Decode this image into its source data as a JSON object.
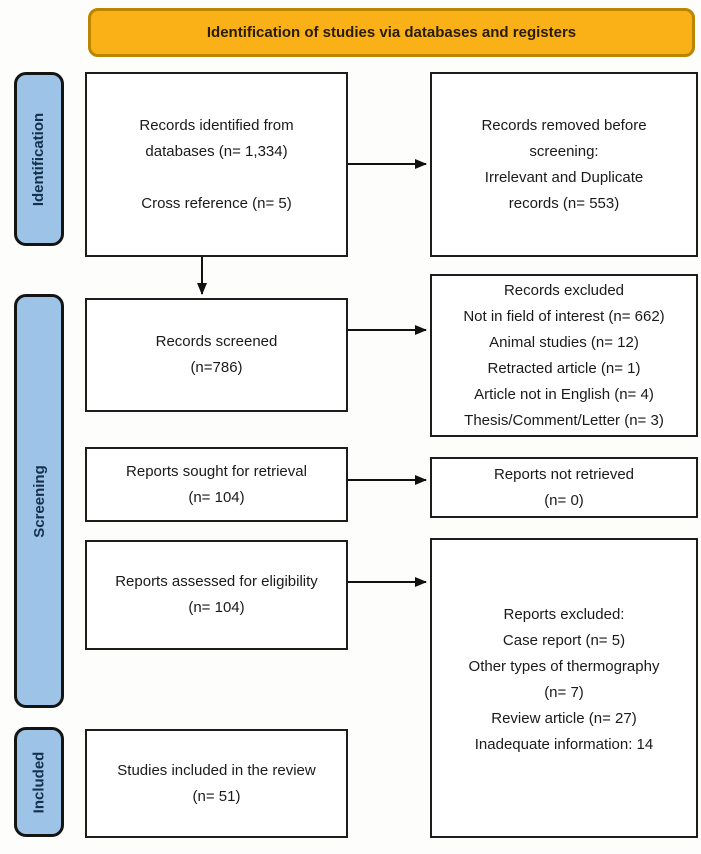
{
  "banner": {
    "label": "Identification of studies via databases and registers"
  },
  "stages": {
    "identification": "Identification",
    "screening": "Screening",
    "included": "Included"
  },
  "boxes": {
    "records_identified": {
      "lines": [
        "Records identified from",
        "databases (n= 1,334)",
        "",
        "Cross reference (n= 5)"
      ]
    },
    "records_removed": {
      "lines": [
        "Records removed before",
        "screening:",
        "Irrelevant and Duplicate",
        "records (n= 553)"
      ]
    },
    "records_screened": {
      "lines": [
        "Records screened",
        "(n=786)"
      ]
    },
    "records_excluded": {
      "lines": [
        "Records excluded",
        "Not in field of interest (n= 662)",
        "Animal studies (n= 12)",
        "Retracted article (n= 1)",
        "Article not in English (n= 4)",
        "Thesis/Comment/Letter (n= 3)"
      ]
    },
    "reports_sought": {
      "lines": [
        "Reports sought for retrieval",
        "(n= 104)"
      ]
    },
    "reports_not_retrieved": {
      "lines": [
        "Reports not retrieved",
        "(n= 0)"
      ]
    },
    "reports_assessed": {
      "lines": [
        "Reports assessed for eligibility",
        "(n= 104)"
      ]
    },
    "reports_excluded": {
      "lines": [
        "Reports excluded:",
        "Case report (n= 5)",
        "Other types of thermography",
        "(n= 7)",
        "Review article (n= 27)",
        "Inadequate information: 14"
      ]
    },
    "studies_included": {
      "lines": [
        "Studies included in the review",
        "(n= 51)"
      ]
    }
  },
  "colors": {
    "banner_fill": "#F9B117",
    "banner_border": "#BD8400",
    "stage_fill": "#9DC3E6",
    "box_border": "#1D1D1D",
    "arrow": "#111111"
  }
}
